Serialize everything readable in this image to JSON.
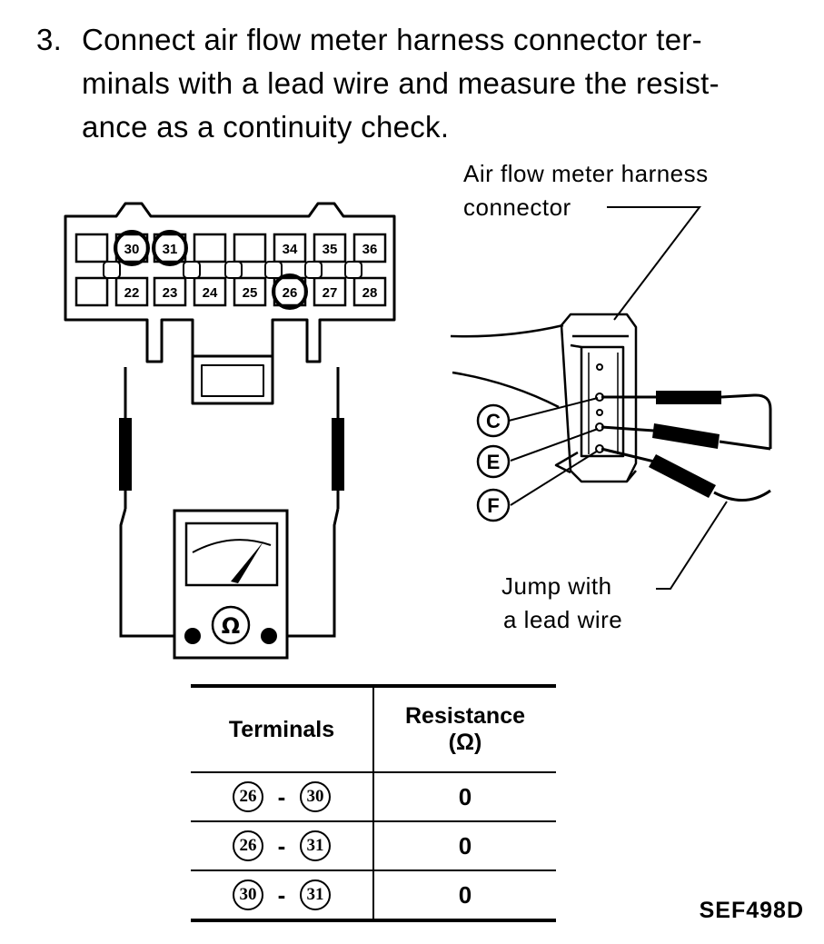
{
  "step": {
    "number": "3.",
    "lines": [
      "Connect air flow meter harness connector ter-",
      "minals with a lead wire and measure the resist-",
      "ance as a continuity check."
    ]
  },
  "labels": {
    "harness_line1": "Air flow meter harness",
    "harness_line2": "connector",
    "jump_line1": "Jump with",
    "jump_line2": "a lead wire"
  },
  "connector_pins": {
    "top": [
      "30",
      "31",
      "34",
      "35",
      "36"
    ],
    "bottom": [
      "22",
      "23",
      "24",
      "25",
      "26",
      "27",
      "28"
    ]
  },
  "meter_symbol": "Ω",
  "callouts": [
    "C",
    "E",
    "F"
  ],
  "table": {
    "header_terminals": "Terminals",
    "header_resistance_1": "Resistance",
    "header_resistance_2": "(Ω)",
    "rows": [
      {
        "a": "26",
        "b": "30",
        "value": "0"
      },
      {
        "a": "26",
        "b": "31",
        "value": "0"
      },
      {
        "a": "30",
        "b": "31",
        "value": "0"
      }
    ]
  },
  "figure_code": "SEF498D"
}
